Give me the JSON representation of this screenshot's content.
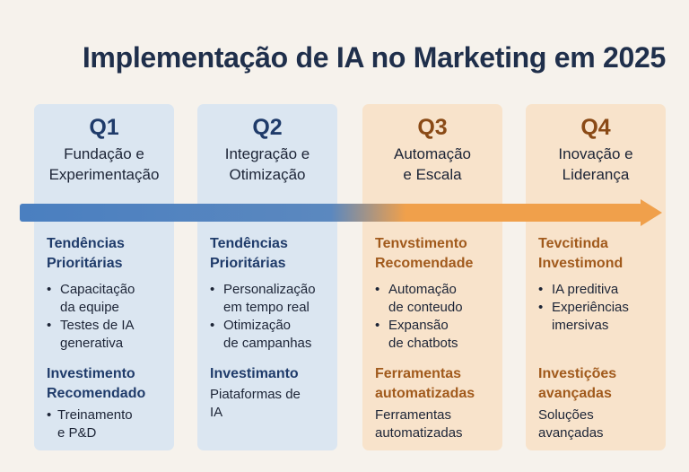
{
  "title": "Implementação de IA no Marketing em 2025",
  "colors": {
    "blue": "#4a7fc0",
    "orange": "#f0a04b"
  },
  "quarters": [
    {
      "q": "Q1",
      "subtitle": [
        "Fundação e",
        "Experimentação"
      ],
      "heading1": [
        "Tendências",
        "Prioritárias"
      ],
      "bullets1": [
        [
          "Capacitação",
          "da equipe"
        ],
        [
          "Testes de IA",
          "generativa"
        ]
      ],
      "heading2": [
        "Investimento",
        "Recomendado"
      ],
      "bullets2": [
        [
          "Treinamento",
          "e P&D"
        ]
      ]
    },
    {
      "q": "Q2",
      "subtitle": [
        "Integração e",
        "Otimização"
      ],
      "heading1": [
        "Tendências",
        "Prioritárias"
      ],
      "bullets1": [
        [
          "Personalização",
          "em tempo real"
        ],
        [
          "Otimização",
          "de campanhas"
        ]
      ],
      "heading2": [
        "Investimanto"
      ],
      "text2": [
        "Piataformas de",
        "IA"
      ]
    },
    {
      "q": "Q3",
      "subtitle": [
        "Automação",
        "e Escala"
      ],
      "heading1": [
        "Tenvstimento",
        "Recomendade"
      ],
      "bullets1": [
        [
          "Automação",
          "de conteudo"
        ],
        [
          "Expansão",
          "de chatbots"
        ]
      ],
      "heading2": [
        "Ferramentas",
        "automatizadas"
      ],
      "text2": [
        "Ferramentas",
        "automatizadas"
      ]
    },
    {
      "q": "Q4",
      "subtitle": [
        "Inovação e",
        "Liderança"
      ],
      "heading1": [
        "Tevcitinda",
        "Investimond"
      ],
      "bullets1": [
        [
          "IA preditiva"
        ],
        [
          "Experiências",
          "imersivas"
        ]
      ],
      "heading2": [
        "Investições",
        "avançadas"
      ],
      "text2": [
        "Soluções",
        "avançadas"
      ]
    }
  ]
}
